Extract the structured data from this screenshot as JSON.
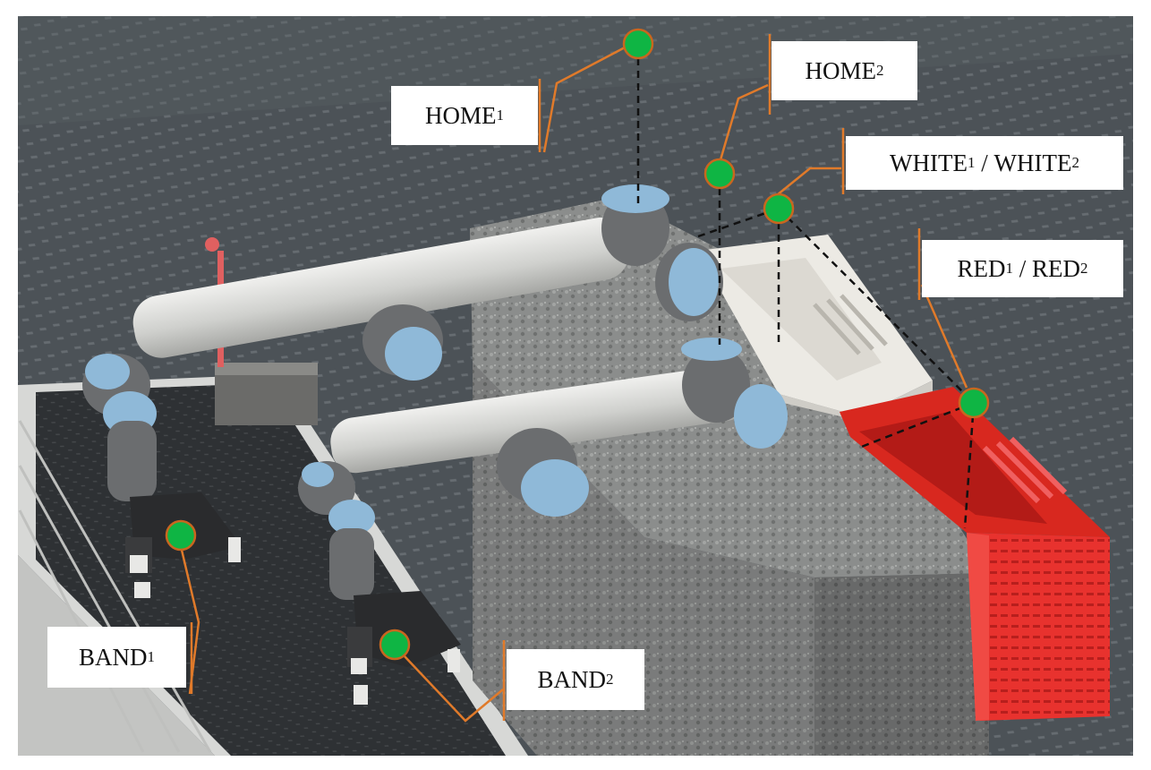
{
  "labels": {
    "home": {
      "base": "HOME",
      "sub": "1"
    },
    "home2": {
      "base": "HOME",
      "sub": "2"
    },
    "white": {
      "base1": "WHITE",
      "sub1": "1",
      "sep": " / ",
      "base2": "WHITE",
      "sub2": "2"
    },
    "red": {
      "base1": "RED",
      "sub1": "1",
      "sep": " / ",
      "base2": "RED",
      "sub2": "2"
    },
    "band1": {
      "base": "BAND",
      "sub": "1"
    },
    "band2": {
      "base": "BAND",
      "sub": "2"
    }
  },
  "colors": {
    "waypoint_fill": "#0fb544",
    "waypoint_ring": "#c9661f",
    "leader_line": "#e07a2a",
    "drop_line": "#111111",
    "floor": "#4c5257",
    "conveyor_belt": "#2e3134",
    "conveyor_frame": "#d7d8d6",
    "pedestal": "#8b8d8c",
    "robot_link": "#d8d9d6",
    "robot_joint": "#6b6d6f",
    "robot_cap": "#8fb9d8",
    "white_crate": "#eceae4",
    "red_crate": "#e8322e",
    "lever": "#e06060"
  }
}
